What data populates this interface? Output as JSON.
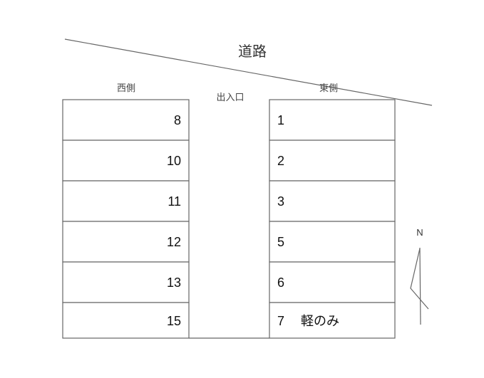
{
  "road": {
    "label": "道路"
  },
  "labels": {
    "west_side": "西側",
    "east_side": "東側",
    "entrance": "出入口"
  },
  "west_spaces": [
    {
      "number": "8"
    },
    {
      "number": "10"
    },
    {
      "number": "11"
    },
    {
      "number": "12"
    },
    {
      "number": "13"
    },
    {
      "number": "15"
    }
  ],
  "east_spaces": [
    {
      "number": "1",
      "note": ""
    },
    {
      "number": "2",
      "note": ""
    },
    {
      "number": "3",
      "note": ""
    },
    {
      "number": "5",
      "note": ""
    },
    {
      "number": "6",
      "note": ""
    },
    {
      "number": "7",
      "note": "軽のみ"
    }
  ],
  "compass": {
    "label": "N"
  }
}
